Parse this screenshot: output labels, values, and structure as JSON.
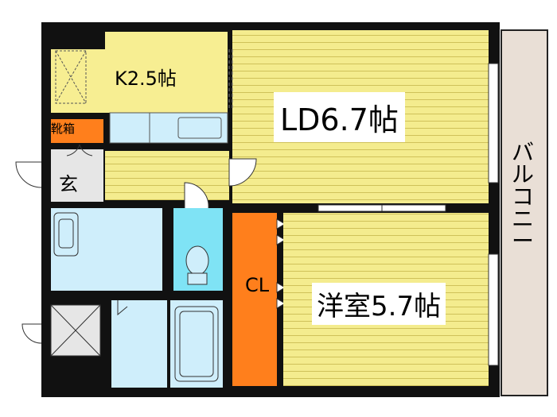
{
  "rooms": {
    "kitchen": "K2.5帖",
    "living_dining": "LD6.7帖",
    "western_room": "洋室5.7帖",
    "shoe_cabinet": "靴箱",
    "entrance": "玄",
    "closet": "CL",
    "balcony": "バルコニー"
  },
  "colors": {
    "floor_yellow": "#f4ec8e",
    "floor_line": "#d6c85a",
    "kitchen_yellow": "#f7ee92",
    "wet_area_blue": "#cfeefb",
    "toilet_cyan": "#7fe3f5",
    "closet_orange": "#ff7f1c",
    "shoe_cabinet_orange": "#ff7f1c",
    "entrance_gray": "#e6e6e6",
    "balcony_beige": "#e9dfd6",
    "wall": "#111111"
  }
}
